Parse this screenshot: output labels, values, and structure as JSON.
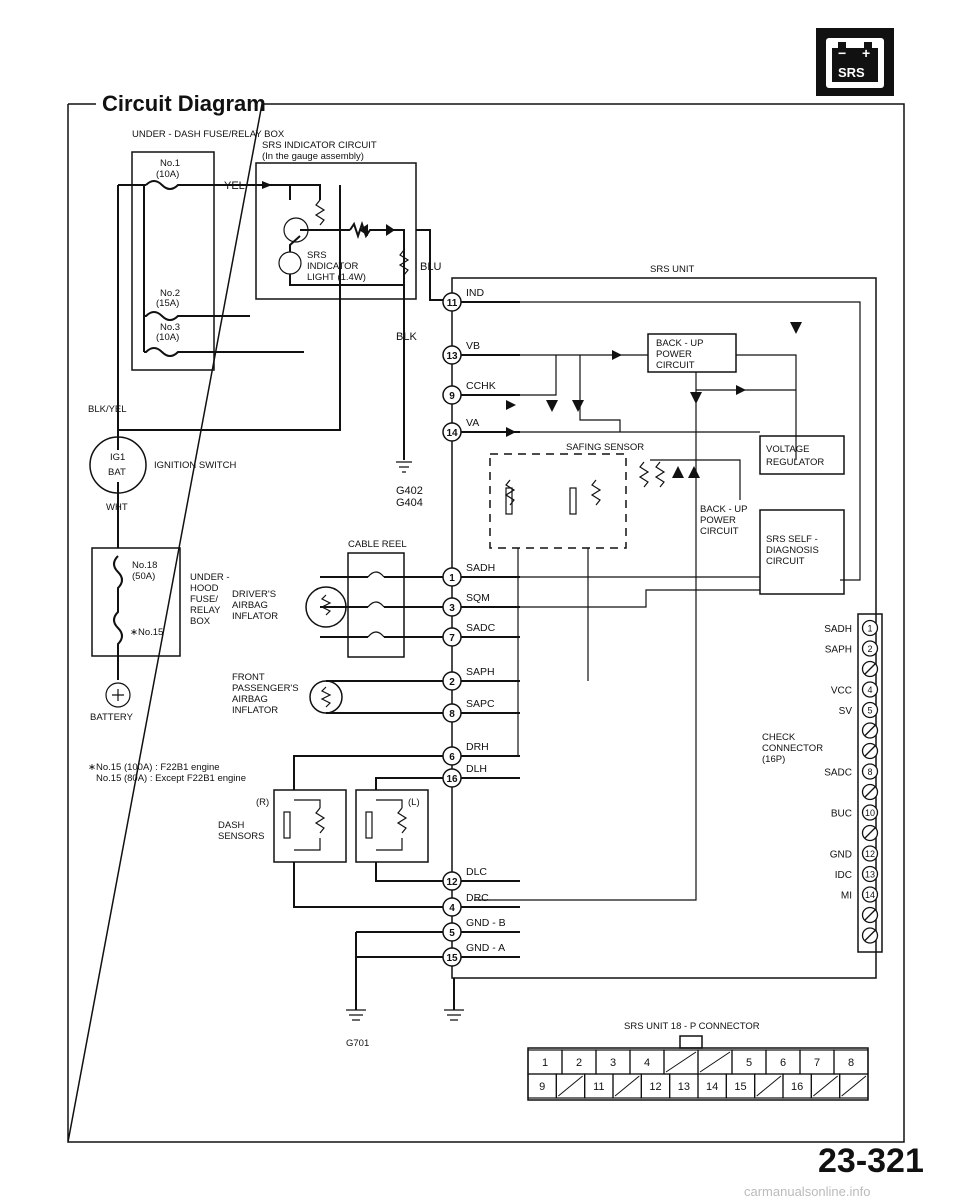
{
  "badge": {
    "icon": "battery-icon",
    "label": "SRS",
    "minus": "−",
    "plus": "+"
  },
  "title": "Circuit Diagram",
  "page_number": "23-321",
  "watermark": "carmanualsonline.info",
  "labels": {
    "under_dash_box": "UNDER - DASH FUSE/RELAY BOX",
    "fuse1": "No.1",
    "fuse1_rating": "(10A)",
    "fuse2": "No.2",
    "fuse2_rating": "(15A)",
    "fuse3": "No.3",
    "fuse3_rating": "(10A)",
    "yel": "YEL",
    "indicator_circuit": "SRS INDICATOR CIRCUIT",
    "indicator_circuit_sub": "(In the gauge assembly)",
    "srs_indicator_1": "SRS",
    "srs_indicator_2": "INDICATOR",
    "srs_indicator_3": "LIGHT (1.4W)",
    "blu": "BLU",
    "blk": "BLK",
    "blk_yel": "BLK/YEL",
    "ig1": "IG1",
    "bat": "BAT",
    "ignition_switch": "IGNITION SWITCH",
    "wht": "WHT",
    "g402": "G402",
    "g404": "G404",
    "srs_unit": "SRS UNIT",
    "backup_power_1": "BACK - UP",
    "backup_power_2": "POWER",
    "backup_power_3": "CIRCUIT",
    "voltage_regulator_1": "VOLTAGE",
    "voltage_regulator_2": "REGULATOR",
    "safing_sensor": "SAFING SENSOR",
    "backup_power_small_1": "BACK - UP",
    "backup_power_small_2": "POWER",
    "backup_power_small_3": "CIRCUIT",
    "self_diag_1": "SRS SELF -",
    "self_diag_2": "DIAGNOSIS",
    "self_diag_3": "CIRCUIT",
    "cable_reel": "CABLE REEL",
    "fuse18": "No.18",
    "fuse18_rating": "(50A)",
    "fuse15": "∗No.15",
    "under_hood_1": "UNDER -",
    "under_hood_2": "HOOD",
    "under_hood_3": "FUSE/",
    "under_hood_4": "RELAY",
    "under_hood_5": "BOX",
    "drivers_1": "DRIVER'S",
    "drivers_2": "AIRBAG",
    "drivers_3": "INFLATOR",
    "front_pass_1": "FRONT",
    "front_pass_2": "PASSENGER'S",
    "front_pass_3": "AIRBAG",
    "front_pass_4": "INFLATOR",
    "battery": "BATTERY",
    "footnote_1": "∗No.15 (100A) : F22B1 engine",
    "footnote_2": "No.15 (80A)   : Except F22B1 engine",
    "dash_sensors_r": "(R)",
    "dash_sensors_1": "DASH",
    "dash_sensors_2": "SENSORS",
    "dash_sensors_l": "(L)",
    "check_conn_1": "CHECK",
    "check_conn_2": "CONNECTOR",
    "check_conn_3": "(16P)",
    "g701": "G701",
    "connector_title": "SRS UNIT 18 - P CONNECTOR"
  },
  "terminals": [
    {
      "pin": "11",
      "name": "IND"
    },
    {
      "pin": "13",
      "name": "VB"
    },
    {
      "pin": "9",
      "name": "CCHK"
    },
    {
      "pin": "14",
      "name": "VA"
    },
    {
      "pin": "1",
      "name": "SADH"
    },
    {
      "pin": "3",
      "name": "SQM"
    },
    {
      "pin": "7",
      "name": "SADC"
    },
    {
      "pin": "2",
      "name": "SAPH"
    },
    {
      "pin": "8",
      "name": "SAPC"
    },
    {
      "pin": "6",
      "name": "DRH"
    },
    {
      "pin": "16",
      "name": "DLH"
    },
    {
      "pin": "12",
      "name": "DLC"
    },
    {
      "pin": "4",
      "name": "DRC"
    },
    {
      "pin": "5",
      "name": "GND - B"
    },
    {
      "pin": "15",
      "name": "GND - A"
    }
  ],
  "check_connector": [
    {
      "label": "SADH",
      "pin": "1"
    },
    {
      "label": "SAPH",
      "pin": "2"
    },
    {
      "label": "",
      "pin": ""
    },
    {
      "label": "VCC",
      "pin": "4"
    },
    {
      "label": "SV",
      "pin": "5"
    },
    {
      "label": "",
      "pin": ""
    },
    {
      "label": "",
      "pin": ""
    },
    {
      "label": "SADC",
      "pin": "8"
    },
    {
      "label": "",
      "pin": ""
    },
    {
      "label": "BUC",
      "pin": "10"
    },
    {
      "label": "",
      "pin": ""
    },
    {
      "label": "GND",
      "pin": "12"
    },
    {
      "label": "IDC",
      "pin": "13"
    },
    {
      "label": "MI",
      "pin": "14"
    },
    {
      "label": "",
      "pin": ""
    },
    {
      "label": "",
      "pin": ""
    }
  ],
  "connector_grid": {
    "row1": [
      "1",
      "2",
      "3",
      "4",
      "",
      "",
      "5",
      "6",
      "7",
      "8"
    ],
    "row2": [
      "9",
      "",
      "11",
      "",
      "12",
      "13",
      "14",
      "15",
      "",
      "16",
      "",
      ""
    ]
  }
}
